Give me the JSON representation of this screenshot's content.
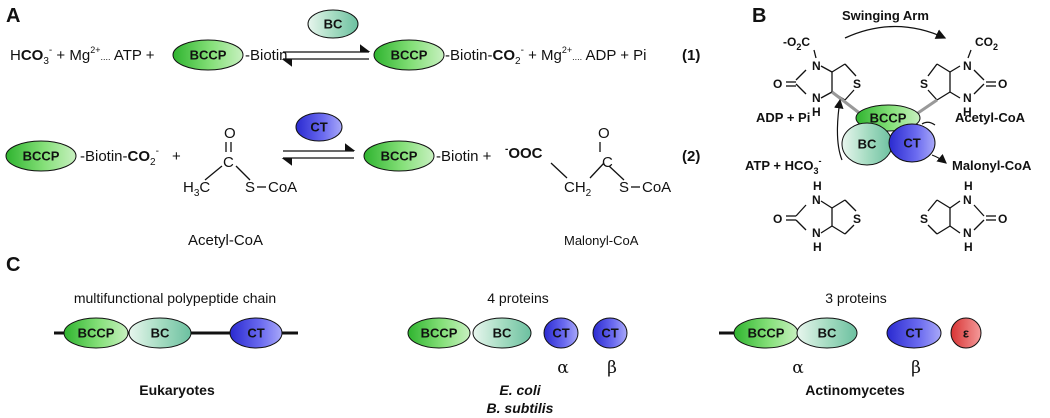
{
  "panels": {
    "a": "A",
    "b": "B",
    "c": "C"
  },
  "domains": {
    "bccp": "BCCP",
    "bc": "BC",
    "ct": "CT",
    "epsilon": "ε"
  },
  "colors": {
    "bccp": "#4fc84a",
    "bc": "#a8dcc4",
    "ct": "#4c4ce0",
    "epsilon": "#e65050",
    "line": "#111111"
  },
  "eq1": {
    "h": "H",
    "co3": "CO",
    "co3_sub": "3",
    "co3_sup": "-",
    "plus_mg": "+ Mg",
    "mg_sup": "2+",
    "dots": "....",
    "atp": "ATP +",
    "biotin": "-Biotin",
    "biotin_co2": "-Biotin-",
    "co2": "CO",
    "co2_sub": "2",
    "co2_sup": "-",
    "plus_mg2": "+ Mg",
    "adp": "ADP + Pi",
    "num": "(1)"
  },
  "eq2": {
    "biotin_co2": "-Biotin-",
    "co2": "CO",
    "co2_sub": "2",
    "co2_sup": "-",
    "plus": "+",
    "o": "O",
    "c": "C",
    "h3c": "H",
    "h3c_sub": "3",
    "h3c_c": "C",
    "scoa": "S",
    "scoa_tail": "CoA",
    "biotin_plus": "-Biotin  +",
    "ooc_sup": "-",
    "ooc": "OOC",
    "ch2": "CH",
    "ch2_sub": "2",
    "o2": "O",
    "c2": "C",
    "scoa2": "S",
    "scoa2_tail": "CoA",
    "num": "(2)",
    "acetyl": "Acetyl-CoA",
    "malonyl": "Malonyl-CoA"
  },
  "panel_b": {
    "swinging_arm": "Swinging Arm",
    "o2c_left": "-O",
    "o2c_left_sub": "2",
    "o2c_left_c": "C",
    "co2_right": "CO",
    "co2_right_sub": "2",
    "n": "N",
    "h": "H",
    "o": "O",
    "s": "S",
    "adp_pi": "ADP + Pi",
    "acetyl_coa": "Acetyl-CoA",
    "atp_hco3": "ATP + HCO",
    "hco3_sub": "3",
    "hco3_sup": "-",
    "malonyl_coa": "Malonyl-CoA"
  },
  "panel_c": {
    "groups": [
      {
        "title": "multifunctional polypeptide chain",
        "label": "Eukaryotes"
      },
      {
        "title": "4 proteins",
        "label": "E. coli",
        "label2": "B. subtilis",
        "alpha": "α",
        "beta": "β"
      },
      {
        "title": "3 proteins",
        "label": "Actinomycetes",
        "alpha": "α",
        "beta": "β"
      }
    ]
  }
}
